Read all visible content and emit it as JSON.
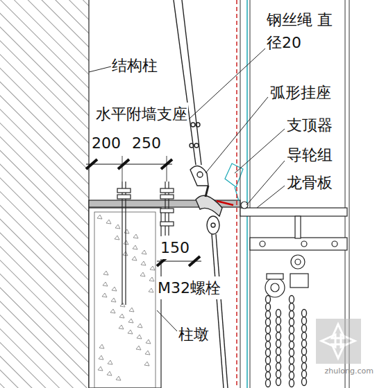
{
  "diagram": {
    "labels": [
      "结构柱",
      "钢丝绳 直径20",
      "弧形挂座",
      "水平附墙支座",
      "支顶器",
      "200",
      "250",
      "导轮组",
      "龙骨板",
      "150",
      "M32螺栓",
      "柱墩",
      "zhulong.com"
    ]
  }
}
